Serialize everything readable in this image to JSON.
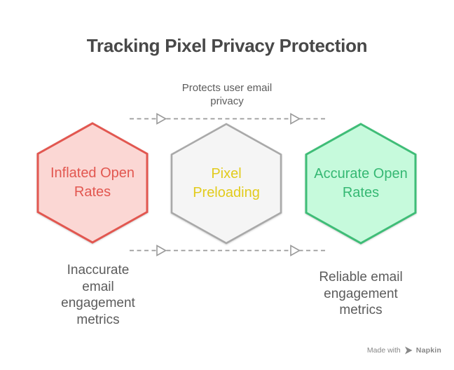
{
  "title": "Tracking Pixel Privacy Protection",
  "annotation": {
    "text": "Protects user email\nprivacy"
  },
  "hexagons": [
    {
      "label": "Inflated Open\nRates",
      "fill": "#FBD7D4",
      "stroke": "#E25750",
      "text_color": "#E25750"
    },
    {
      "label": "Pixel\nPreloading",
      "fill": "#F5F5F5",
      "stroke": "#A9A9A9",
      "text_color": "#E2CB1C"
    },
    {
      "label": "Accurate Open\nRates",
      "fill": "#C6FADC",
      "stroke": "#3FBD77",
      "text_color": "#35B873"
    }
  ],
  "captions": [
    {
      "text": "Inaccurate\nemail\nengagement\nmetrics"
    },
    {
      "text": "Reliable email\nengagement\nmetrics"
    }
  ],
  "arrows": {
    "line_color": "#9A9A9A",
    "arrowhead_fill": "#FFFFFF"
  },
  "watermark": {
    "made_with": "Made with",
    "brand": "Napkin"
  }
}
